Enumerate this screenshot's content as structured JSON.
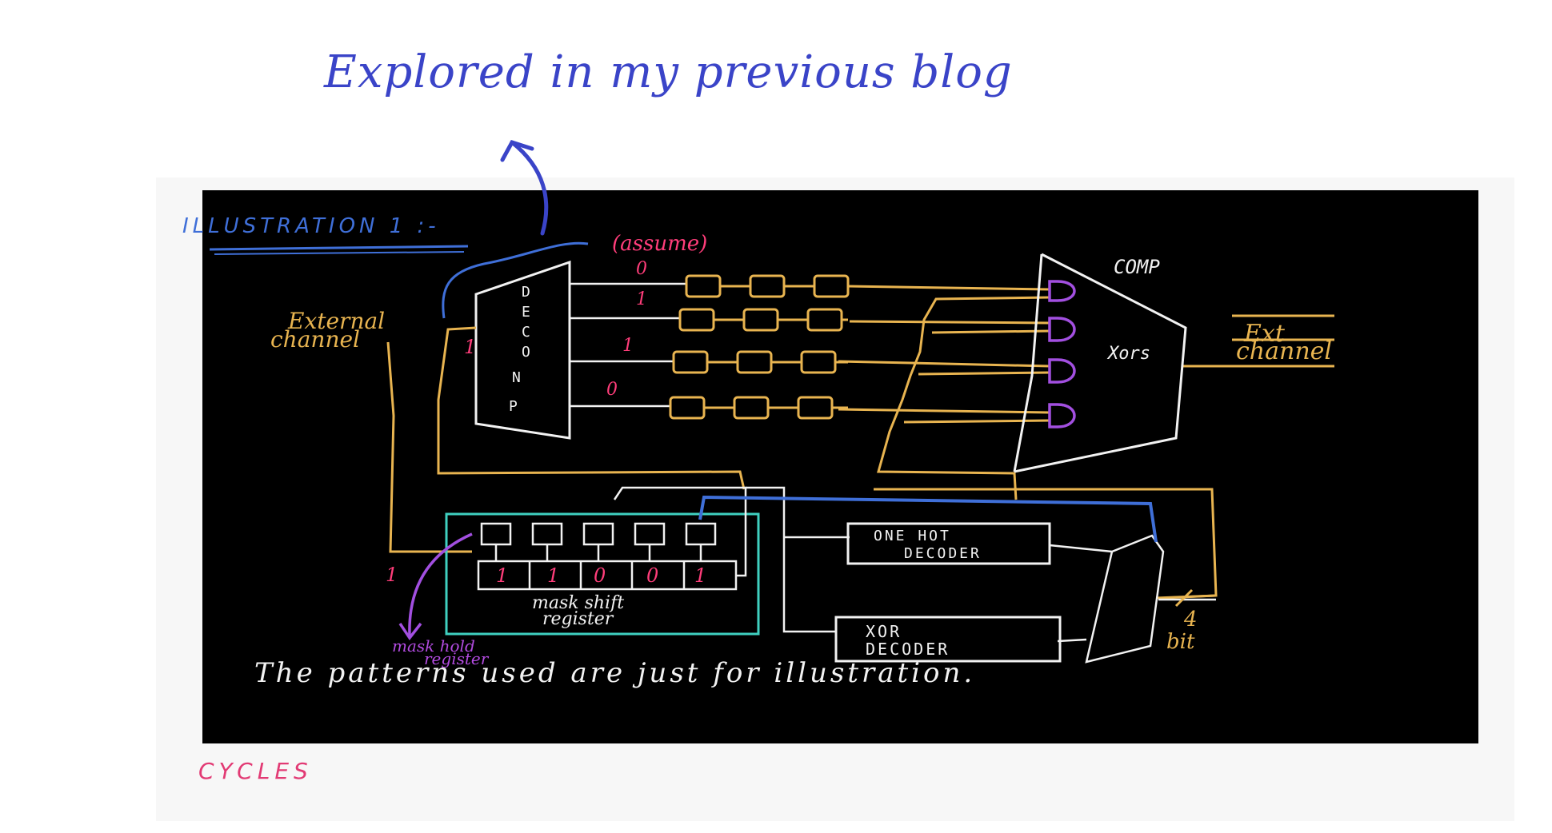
{
  "annotation": {
    "text": "Explored in my previous blog"
  },
  "heading": {
    "illustration": "ILLUSTRATION 1 :-",
    "cycles": "CYCLES"
  },
  "diagram": {
    "assume": "(assume)",
    "bits": [
      "0",
      "1",
      "1",
      "0"
    ],
    "external_channel": [
      "External",
      "channel"
    ],
    "decomp_letters": [
      "D",
      "E",
      "C",
      "O",
      "N",
      "P"
    ],
    "comp": "COMP",
    "xors": "Xors",
    "ext_channel": [
      "Ext",
      "channel"
    ],
    "one_hot_decoder": [
      "ONE HOT",
      "DECODER"
    ],
    "xor_decoder": [
      "XOR",
      "DECODER"
    ],
    "mask_bits": [
      "1",
      "1",
      "0",
      "0",
      "1"
    ],
    "mask_shift_register": [
      "mask shift",
      "register"
    ],
    "mask_hold_register": [
      "mask hold",
      "register"
    ],
    "left_bit": "1",
    "input_bit": "1",
    "width_label": [
      "4",
      "bit"
    ],
    "caption": "The patterns used are just for illustration."
  },
  "colors": {
    "annotation": "#3a44c8",
    "wire_gold": "#e8b450",
    "wire_white": "#f2f2f2",
    "wire_blue": "#3f6fd8",
    "accent_pink": "#ff3d7a",
    "gate_purple": "#a24fe0",
    "register_teal": "#3fd0c0",
    "board": "#000000"
  }
}
